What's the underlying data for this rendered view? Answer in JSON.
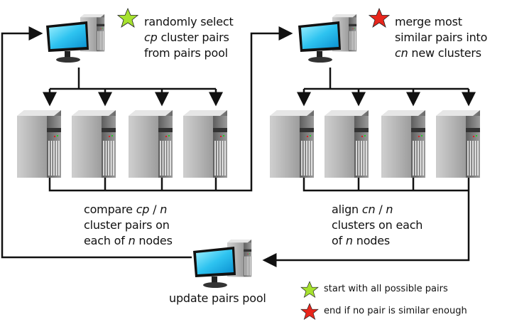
{
  "steps": {
    "select": {
      "line1": "randomly select",
      "line2_var": "cp",
      "line2_rest": " cluster pairs",
      "line3": "from pairs pool",
      "star_color": "#a6e22e"
    },
    "merge": {
      "line1": "merge most",
      "line2": "similar pairs into",
      "line3_var": "cn",
      "line3_rest": " new clusters",
      "star_color": "#e8261c"
    },
    "compare": {
      "line1_pre": "compare ",
      "line1_var": "cp",
      "line1_mid": " / ",
      "line1_var2": "n",
      "line2": "cluster pairs on",
      "line3_pre": "each of ",
      "line3_var": "n",
      "line3_rest": " nodes"
    },
    "align": {
      "line1_pre": "align ",
      "line1_var": "cn",
      "line1_mid": " / ",
      "line1_var2": "n",
      "line2": "clusters on each",
      "line3_pre": "of ",
      "line3_var": "n",
      "line3_rest": " nodes"
    },
    "update": {
      "label": "update pairs pool"
    }
  },
  "legend": [
    {
      "icon": "green-star-icon",
      "color": "#a6e22e",
      "label": "start with all possible pairs"
    },
    {
      "icon": "red-star-icon",
      "color": "#e8261c",
      "label": "end if no pair is similar enough"
    }
  ]
}
